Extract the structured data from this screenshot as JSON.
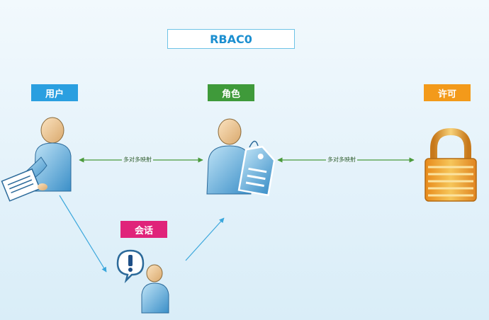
{
  "title": "RBAC0",
  "nodes": {
    "user": {
      "label": "用户",
      "color": "#2a9fe0",
      "icon": "user-document-icon"
    },
    "role": {
      "label": "角色",
      "color": "#3f9a3a",
      "icon": "user-tag-icon"
    },
    "permission": {
      "label": "许可",
      "color": "#f39a1a",
      "icon": "padlock-icon"
    },
    "session": {
      "label": "会话",
      "color": "#e0237a",
      "icon": "user-alert-icon"
    }
  },
  "edges": {
    "user_role": {
      "label": "多对多映射"
    },
    "role_permission": {
      "label": "多对多映射"
    }
  }
}
